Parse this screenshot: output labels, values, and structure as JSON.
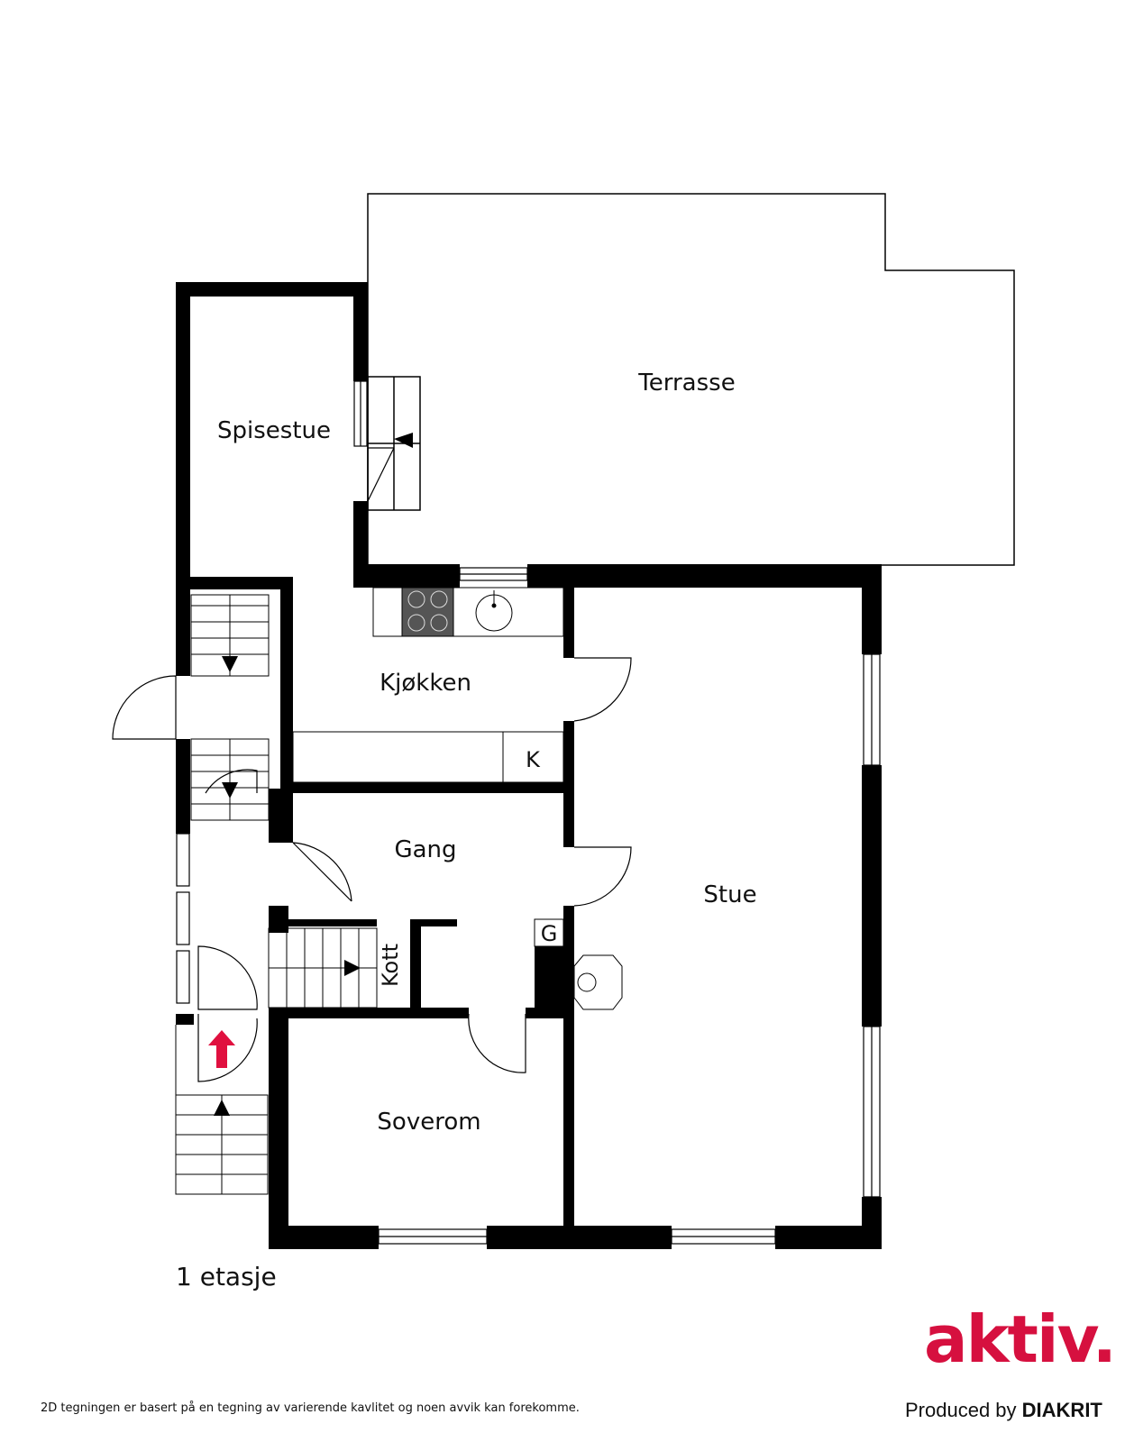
{
  "rooms": {
    "terrasse": "Terrasse",
    "spisestue": "Spisestue",
    "kjokken": "Kjøkken",
    "gang": "Gang",
    "stue": "Stue",
    "soverom": "Soverom",
    "kott": "Kott",
    "k": "K",
    "g": "G"
  },
  "floor_label": "1 etasje",
  "disclaimer": "2D tegningen er basert på en tegning av varierende kavlitet og noen avvik kan forekomme.",
  "brand": {
    "logo_text": "aktiv.",
    "logo_color": "#d6103f",
    "produced_prefix": "Produced by",
    "produced_brand": "DIAKRIT"
  },
  "colors": {
    "wall": "#000000",
    "entrance_arrow": "#e0103f",
    "stove": "#555555"
  }
}
